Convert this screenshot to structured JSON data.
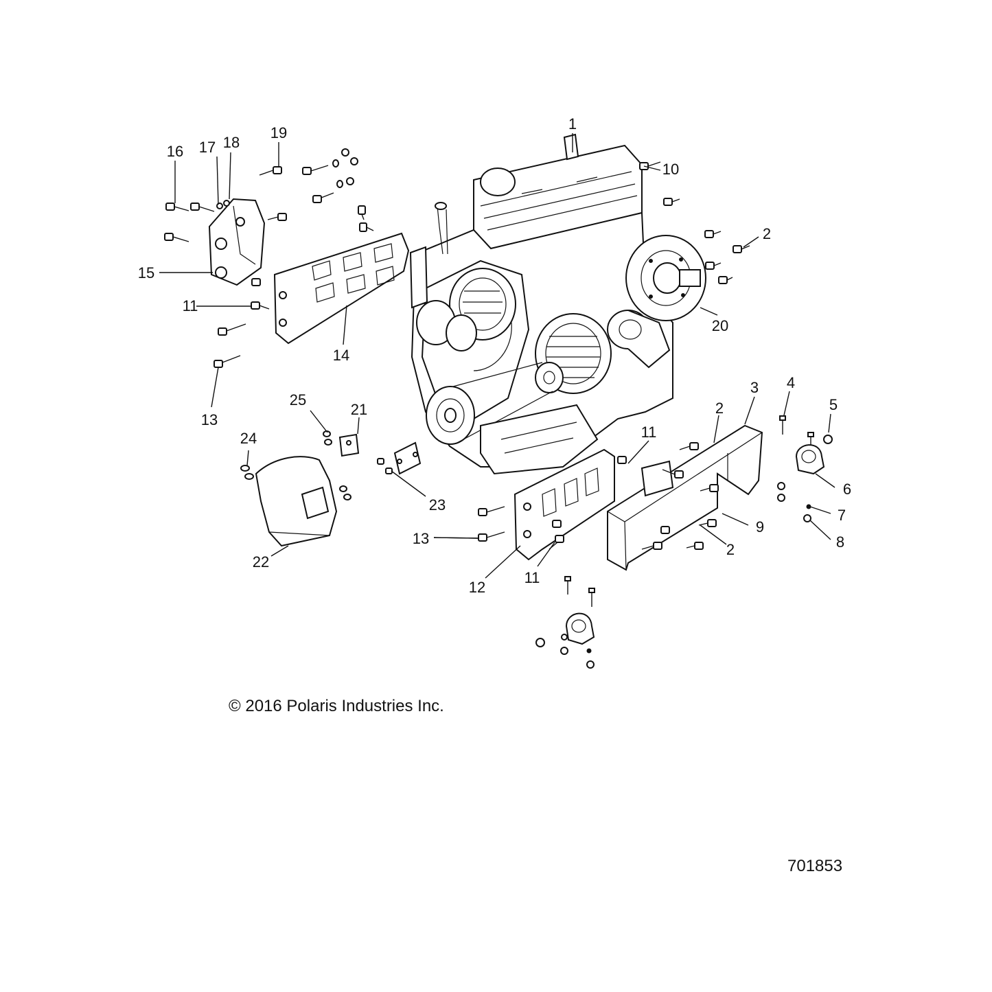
{
  "copyright": "© 2016 Polaris Industries Inc.",
  "drawing_number": "701853",
  "callouts": [
    {
      "id": "c1",
      "text": "1"
    },
    {
      "id": "c2a",
      "text": "2"
    },
    {
      "id": "c2b",
      "text": "2"
    },
    {
      "id": "c2c",
      "text": "2"
    },
    {
      "id": "c3",
      "text": "3"
    },
    {
      "id": "c4",
      "text": "4"
    },
    {
      "id": "c5",
      "text": "5"
    },
    {
      "id": "c6",
      "text": "6"
    },
    {
      "id": "c7",
      "text": "7"
    },
    {
      "id": "c8",
      "text": "8"
    },
    {
      "id": "c9",
      "text": "9"
    },
    {
      "id": "c10",
      "text": "10"
    },
    {
      "id": "c11a",
      "text": "11"
    },
    {
      "id": "c11b",
      "text": "11"
    },
    {
      "id": "c11c",
      "text": "11"
    },
    {
      "id": "c12",
      "text": "12"
    },
    {
      "id": "c13a",
      "text": "13"
    },
    {
      "id": "c13b",
      "text": "13"
    },
    {
      "id": "c14",
      "text": "14"
    },
    {
      "id": "c15",
      "text": "15"
    },
    {
      "id": "c16",
      "text": "16"
    },
    {
      "id": "c17",
      "text": "17"
    },
    {
      "id": "c18",
      "text": "18"
    },
    {
      "id": "c19",
      "text": "19"
    },
    {
      "id": "c20",
      "text": "20"
    },
    {
      "id": "c21",
      "text": "21"
    },
    {
      "id": "c22",
      "text": "22"
    },
    {
      "id": "c23",
      "text": "23"
    },
    {
      "id": "c24",
      "text": "24"
    },
    {
      "id": "c25",
      "text": "25"
    }
  ]
}
